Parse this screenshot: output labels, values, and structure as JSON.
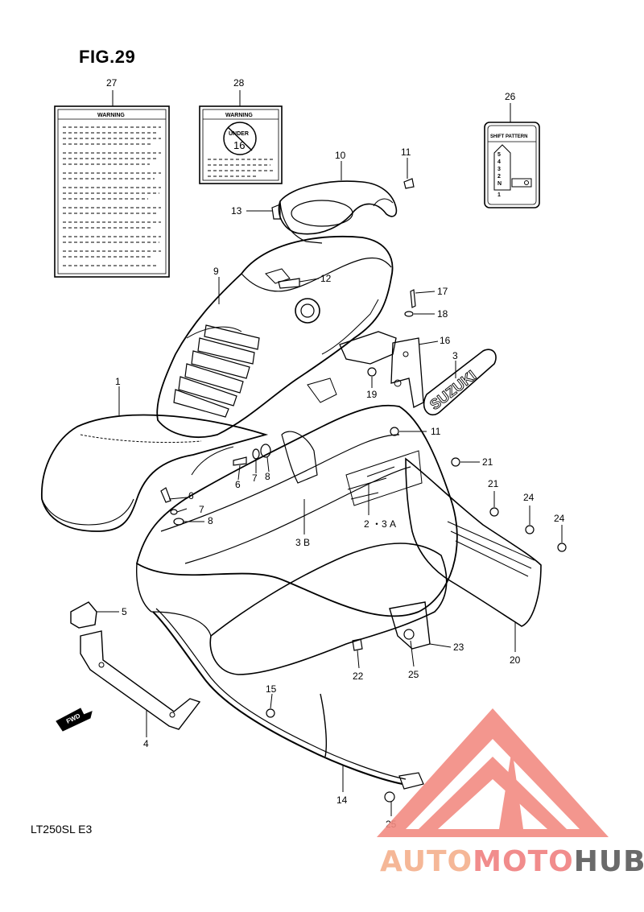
{
  "figure": {
    "title": "FIG.29",
    "model": "LT250SL  E3",
    "fwd": "FWD"
  },
  "warning_label_27": {
    "heading": "WARNING"
  },
  "warning_label_28": {
    "heading": "WARNING",
    "age_text": "UNDER",
    "age_number": "16"
  },
  "shift_label_26": {
    "heading": "SHIFT PATTERN",
    "gears": [
      "5",
      "4",
      "3",
      "2",
      "N",
      "1"
    ]
  },
  "emblem": {
    "text": "SUZUKI"
  },
  "callouts": {
    "p1": "1",
    "p2_3a": "2 ・3 A",
    "p3": "3",
    "p3b": "3 B",
    "p4": "4",
    "p5": "5",
    "p6a": "6",
    "p6b": "6",
    "p7a": "7",
    "p7b": "7",
    "p8a": "8",
    "p8b": "8",
    "p9": "9",
    "p10": "10",
    "p11a": "11",
    "p11b": "11",
    "p12": "12",
    "p13": "13",
    "p14": "14",
    "p15": "15",
    "p16": "16",
    "p17": "17",
    "p18": "18",
    "p19": "19",
    "p20": "20",
    "p21a": "21",
    "p21b": "21",
    "p22": "22",
    "p23": "23",
    "p24a": "24",
    "p24b": "24",
    "p25a": "25",
    "p25b": "25",
    "p26": "26",
    "p27": "27",
    "p28": "28"
  },
  "watermark": {
    "part1": "AUTO",
    "part2": "MOTO",
    "part3": "HUB",
    "color_light": "#f5a88c",
    "color_main": "#f08080",
    "color_dark": "#555555"
  }
}
